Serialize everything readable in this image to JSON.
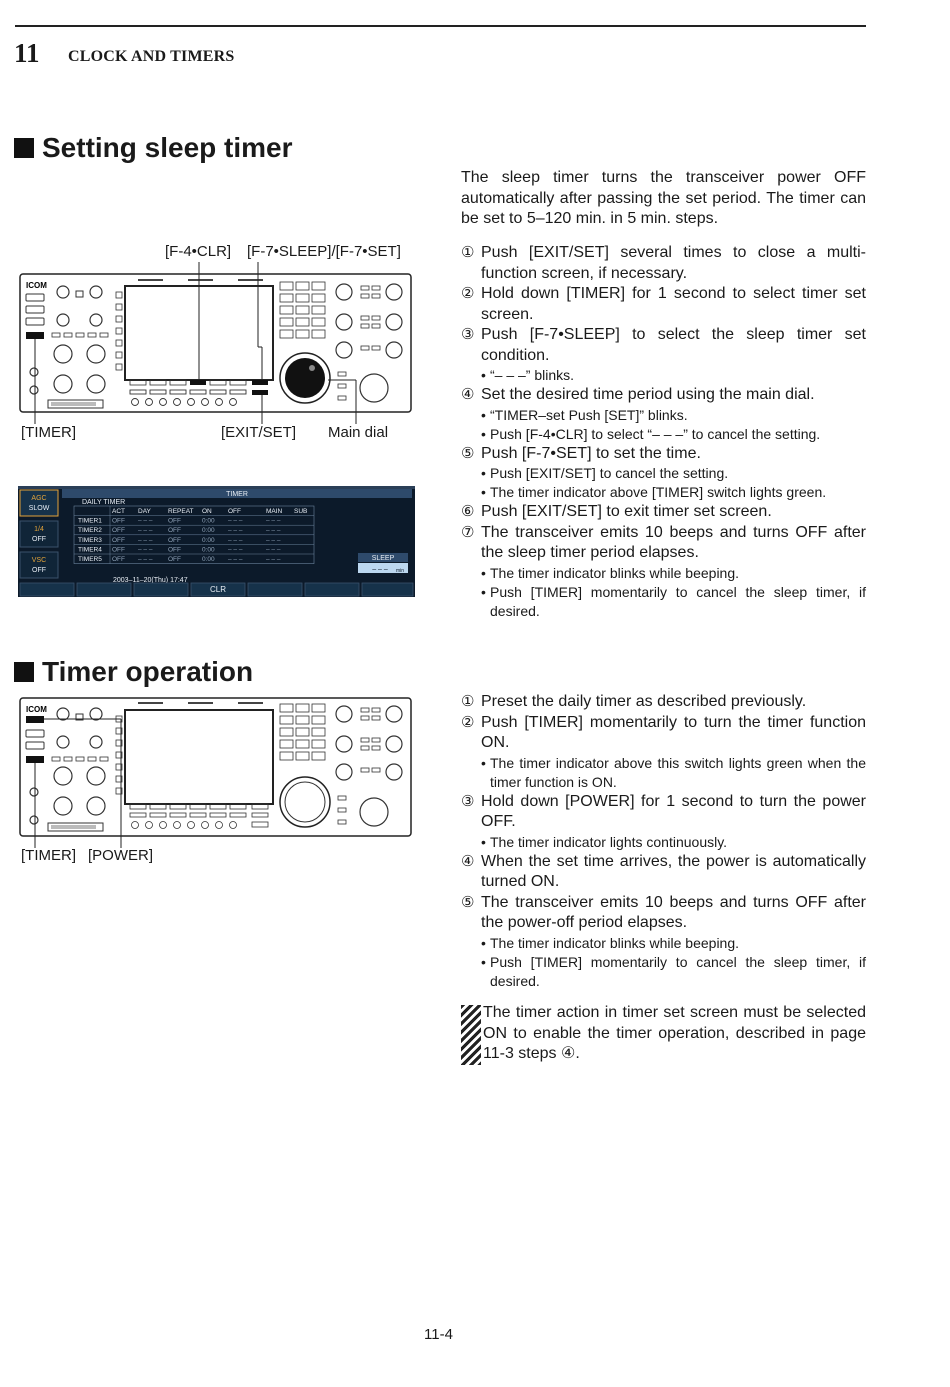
{
  "header": {
    "chapter_number": "11",
    "chapter_title": "CLOCK AND TIMERS"
  },
  "section1": {
    "heading": "Setting sleep timer",
    "intro": "The sleep timer turns the transceiver power OFF automatically after passing the set period. The timer can be set to 5–120 min. in 5 min. steps.",
    "captions": {
      "f4_clr": "[F-4•CLR]",
      "f7": "[F-7•SLEEP]/[F-7•SET]",
      "timer": "[TIMER]",
      "exit_set": "[EXIT/SET]",
      "main_dial": "Main dial"
    },
    "steps": [
      {
        "num": "①",
        "text": "Push [EXIT/SET] several times to close a multi-function screen, if necessary.",
        "subs": []
      },
      {
        "num": "②",
        "text": "Hold down [TIMER] for 1 second to select timer set screen.",
        "subs": []
      },
      {
        "num": "③",
        "text": "Push [F-7•SLEEP] to select the sleep timer set condition.",
        "subs": [
          "“– – –” blinks."
        ]
      },
      {
        "num": "④",
        "text": "Set the desired time period using the main dial.",
        "subs": [
          "“TIMER–set Push [SET]” blinks.",
          "Push [F-4•CLR] to select “– – –” to cancel the setting."
        ]
      },
      {
        "num": "⑤",
        "text": "Push [F-7•SET] to set the time.",
        "subs": [
          "Push [EXIT/SET] to cancel the setting.",
          "The timer indicator above [TIMER] switch lights green."
        ]
      },
      {
        "num": "⑥",
        "text": "Push [EXIT/SET] to exit timer set screen.",
        "subs": []
      },
      {
        "num": "⑦",
        "text": "The transceiver emits 10 beeps and turns OFF after the sleep timer period elapses.",
        "subs": [
          "The timer indicator blinks while beeping.",
          "Push [TIMER] momentarily to cancel the sleep timer, if desired."
        ]
      }
    ]
  },
  "lcd": {
    "side_buttons": [
      {
        "top": "AGC",
        "bottom": "SLOW"
      },
      {
        "top": "1/4",
        "bottom": "OFF"
      },
      {
        "top": "VSC",
        "bottom": "OFF"
      }
    ],
    "title": "TIMER",
    "subtitle": "DAILY TIMER",
    "columns": [
      "ACT",
      "DAY",
      "REPEAT",
      "ON",
      "OFF",
      "MAIN",
      "SUB"
    ],
    "rows": [
      [
        "TIMER1",
        "OFF",
        "– – –",
        "OFF",
        "0:00",
        "– – –",
        "– – –"
      ],
      [
        "TIMER2",
        "OFF",
        "– – –",
        "OFF",
        "0:00",
        "– – –",
        "– – –"
      ],
      [
        "TIMER3",
        "OFF",
        "– – –",
        "OFF",
        "0:00",
        "– – –",
        "– – –"
      ],
      [
        "TIMER4",
        "OFF",
        "– – –",
        "OFF",
        "0:00",
        "– – –",
        "– – –"
      ],
      [
        "TIMER5",
        "OFF",
        "– – –",
        "OFF",
        "0:00",
        "– – –",
        "– – –"
      ]
    ],
    "datetime": "2003–11–20(Thu)  17:47",
    "sleep_label": "SLEEP",
    "sleep_value": "– – –",
    "sleep_unit": "min",
    "function_key": "CLR",
    "colors": {
      "background": "#0c1a2a",
      "text": "#e8eef5",
      "accent": "#e2a33a",
      "sleep_box": "#bcd7ef"
    }
  },
  "section2": {
    "heading": "Timer operation",
    "captions": {
      "timer": "[TIMER]",
      "power": "[POWER]"
    },
    "steps": [
      {
        "num": "①",
        "text": "Preset the daily timer as described previously.",
        "subs": []
      },
      {
        "num": "②",
        "text": "Push [TIMER] momentarily to turn the timer function ON.",
        "subs": [
          "The timer indicator above this switch lights green when the timer function is ON."
        ]
      },
      {
        "num": "③",
        "text": "Hold down [POWER] for 1 second to turn the power OFF.",
        "subs": [
          "The timer indicator lights continuously."
        ]
      },
      {
        "num": "④",
        "text": "When the set time arrives, the power is automatically turned ON.",
        "subs": []
      },
      {
        "num": "⑤",
        "text": "The transceiver emits 10 beeps and turns OFF after the power-off period elapses.",
        "subs": [
          "The timer indicator blinks while beeping.",
          "Push [TIMER] momentarily to cancel the sleep timer, if desired."
        ]
      }
    ],
    "note": "The timer action in timer set screen must be selected ON to enable the timer operation, described in page 11-3 steps ④."
  },
  "brand_logo": "ICOM",
  "footer": {
    "page_number": "11-4"
  }
}
